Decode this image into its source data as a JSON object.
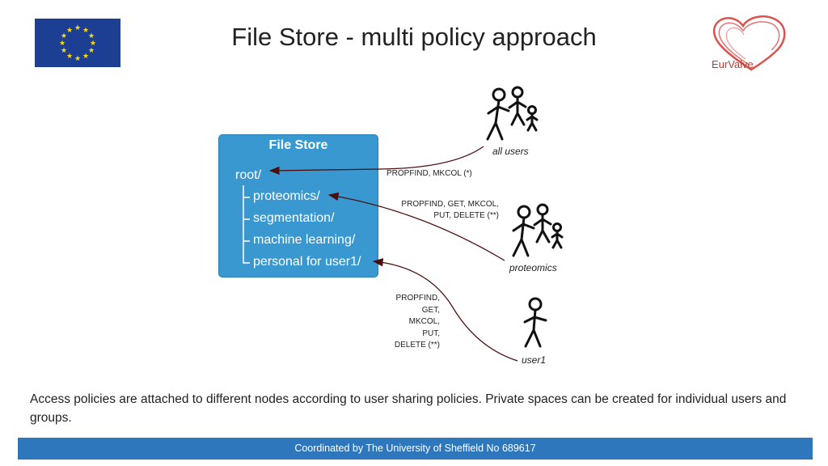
{
  "header": {
    "title": "File Store - multi policy approach",
    "logo_text": "EurValve",
    "flag_color": "#1c3f94",
    "star_color": "#ffdd00",
    "heart_color": "#d9534f"
  },
  "file_store": {
    "title": "File Store",
    "root": "root/",
    "children": [
      "proteomics/",
      "segmentation/",
      "machine learning/",
      "personal for user1/"
    ],
    "box_color": "#3a98d1"
  },
  "actors": [
    {
      "name": "all users",
      "policy": "PROPFIND, MKCOL (*)"
    },
    {
      "name": "proteomics",
      "policy_lines": [
        "PROPFIND, GET, MKCOL,",
        "PUT, DELETE (**)"
      ]
    },
    {
      "name": "user1",
      "policy_lines": [
        "PROPFIND,",
        "GET,",
        "MKCOL,",
        "PUT,",
        "DELETE (**)"
      ]
    }
  ],
  "description": "Access policies are attached to different nodes according to user sharing policies. Private spaces can be created for individual users and groups.",
  "footer": {
    "text": "Coordinated by The University of Sheffield No 689617",
    "color": "#2f77bd"
  }
}
